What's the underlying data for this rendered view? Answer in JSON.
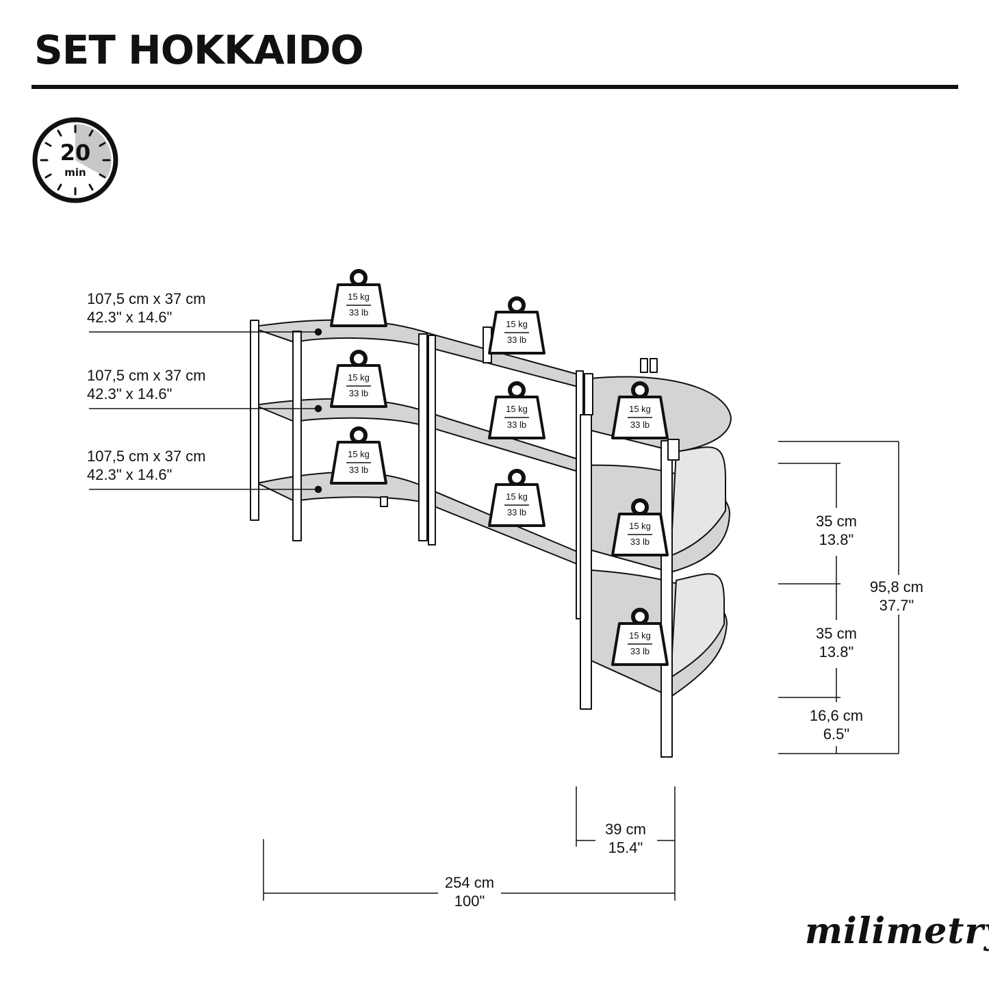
{
  "title": "SET HOKKAIDO",
  "timer": {
    "value": "20",
    "unit": "min"
  },
  "weights": {
    "kg": "15 kg",
    "lb": "33 lb",
    "count": 9
  },
  "shelves": [
    {
      "metric": "107,5 cm x 37 cm",
      "imperial": "42.3\" x 14.6\""
    },
    {
      "metric": "107,5 cm x 37 cm",
      "imperial": "42.3\" x 14.6\""
    },
    {
      "metric": "107,5 cm x 37 cm",
      "imperial": "42.3\" x 14.6\""
    }
  ],
  "heights": {
    "upper": {
      "metric": "35 cm",
      "imperial": "13.8\""
    },
    "middle": {
      "metric": "35 cm",
      "imperial": "13.8\""
    },
    "legs": {
      "metric": "16,6 cm",
      "imperial": "6.5\""
    },
    "total": {
      "metric": "95,8 cm",
      "imperial": "37.7\""
    }
  },
  "depth": {
    "metric": "39 cm",
    "imperial": "15.4\""
  },
  "width": {
    "metric": "254 cm",
    "imperial": "100\""
  },
  "brand": "milimetry",
  "colors": {
    "ink": "#111111",
    "shelf": "#d4d4d4",
    "timer_fill": "#c8c8c8"
  }
}
